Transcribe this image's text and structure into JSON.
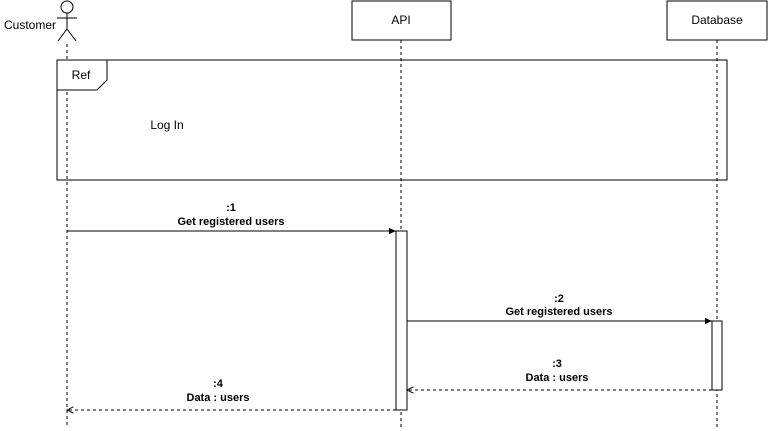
{
  "diagram": {
    "type": "sequence",
    "participants": [
      {
        "id": "customer",
        "label": "Customer",
        "kind": "actor"
      },
      {
        "id": "api",
        "label": "API",
        "kind": "box"
      },
      {
        "id": "database",
        "label": "Database",
        "kind": "box"
      }
    ],
    "fragment": {
      "tag": "Ref",
      "text": "Log In"
    },
    "messages": [
      {
        "from": "customer",
        "to": "api",
        "number": ":1",
        "text": "Get registered users",
        "style": "solid"
      },
      {
        "from": "api",
        "to": "database",
        "number": ":2",
        "text": "Get registered users",
        "style": "solid"
      },
      {
        "from": "database",
        "to": "api",
        "number": ":3",
        "text": "Data : users",
        "style": "dashed"
      },
      {
        "from": "api",
        "to": "customer",
        "number": ":4",
        "text": "Data : users",
        "style": "dashed"
      }
    ],
    "colors": {
      "line": "#000000",
      "background": "#ffffff"
    }
  }
}
